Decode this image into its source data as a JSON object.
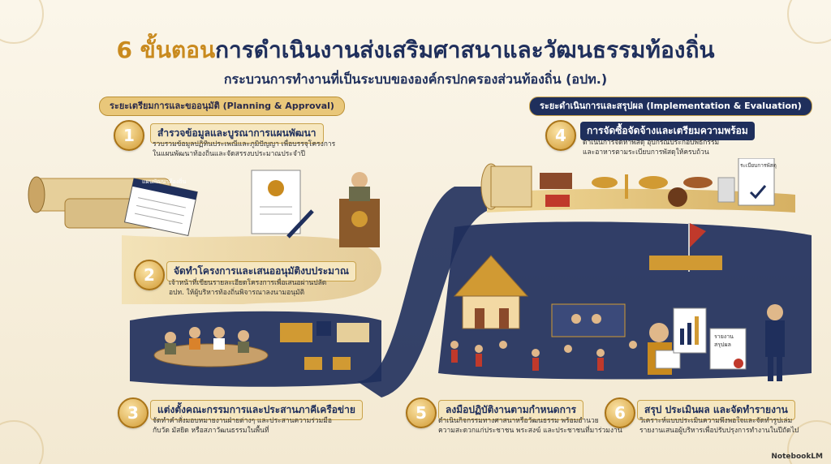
{
  "header": {
    "title_accent": "6 ขั้นตอน",
    "title_rest": "การดำเนินงานส่งเสริมศาสนาและวัฒนธรรมท้องถิ่น",
    "subtitle": "กระบวนการทำงานที่เป็นระบบขององค์กรปกครองส่วนท้องถิ่น (อปท.)"
  },
  "phases": {
    "planning": "ระยะเตรียมการและขออนุมัติ (Planning & Approval)",
    "implementation": "ระยะดำเนินการและสรุปผล (Implementation & Evaluation)"
  },
  "steps": [
    {
      "number": "1",
      "title": "สำรวจข้อมูลและบูรณาการแผนพัฒนา",
      "desc_1": "รวบรวมข้อมูลปฏิทินประเพณีและภูมิปัญญา เพื่อบรรจุโครงการ",
      "desc_2": "ในแผนพัฒนาท้องถิ่นและจัดสรรงบประมาณประจำปี"
    },
    {
      "number": "2",
      "title": "จัดทำโครงการและเสนออนุมัติงบประมาณ",
      "desc_1": "เจ้าหน้าที่เขียนรายละเอียดโครงการเพื่อเสนอผ่านปลัด",
      "desc_2": "อปท. ให้ผู้บริหารท้องถิ่นพิจารณาลงนามอนุมัติ"
    },
    {
      "number": "3",
      "title": "แต่งตั้งคณะกรรมการและประสานภาคีเครือข่าย",
      "desc_1": "จัดทำคำสั่งมอบหมายงานฝ่ายต่างๆ และประสานความร่วมมือ",
      "desc_2": "กับวัด มัสยิด หรือสภาวัฒนธรรมในพื้นที่"
    },
    {
      "number": "4",
      "title": "การจัดซื้อจัดจ้างและเตรียมความพร้อม",
      "desc_1": "ดำเนินการจัดหาพัสดุ อุปกรณ์ประกอบพิธีกรรม",
      "desc_2": "และอาหารตามระเบียบการพัสดุให้ครบถ้วน"
    },
    {
      "number": "5",
      "title": "ลงมือปฏิบัติงานตามกำหนดการ",
      "desc_1": "ดำเนินกิจกรรมทางศาสนาหรือวัฒนธรรม พร้อมอำนวย",
      "desc_2": "ความสะดวกแก่ประชาชน พระสงฆ์ และประชาชนที่มาร่วมงาน"
    },
    {
      "number": "6",
      "title": "สรุป ประเมินผล และจัดทำรายงาน",
      "desc_1": "วิเคราะห์แบบประเมินความพึงพอใจและจัดทำรูปเล่ม",
      "desc_2": "รายงานเสนอผู้บริหารเพื่อปรับปรุงการทำงานในปีถัดไป"
    }
  ],
  "labels": {
    "plan_book": "แผนพัฒนาท้องถิ่น",
    "procurement_doc": "ระเบียบการพัสดุ",
    "report_1": "รายงาน",
    "report_2": "สรุปผล"
  },
  "brand": "NotebookLM",
  "colors": {
    "navy": "#1f2f5c",
    "gold": "#d19a33",
    "cream": "#f6efe0"
  }
}
